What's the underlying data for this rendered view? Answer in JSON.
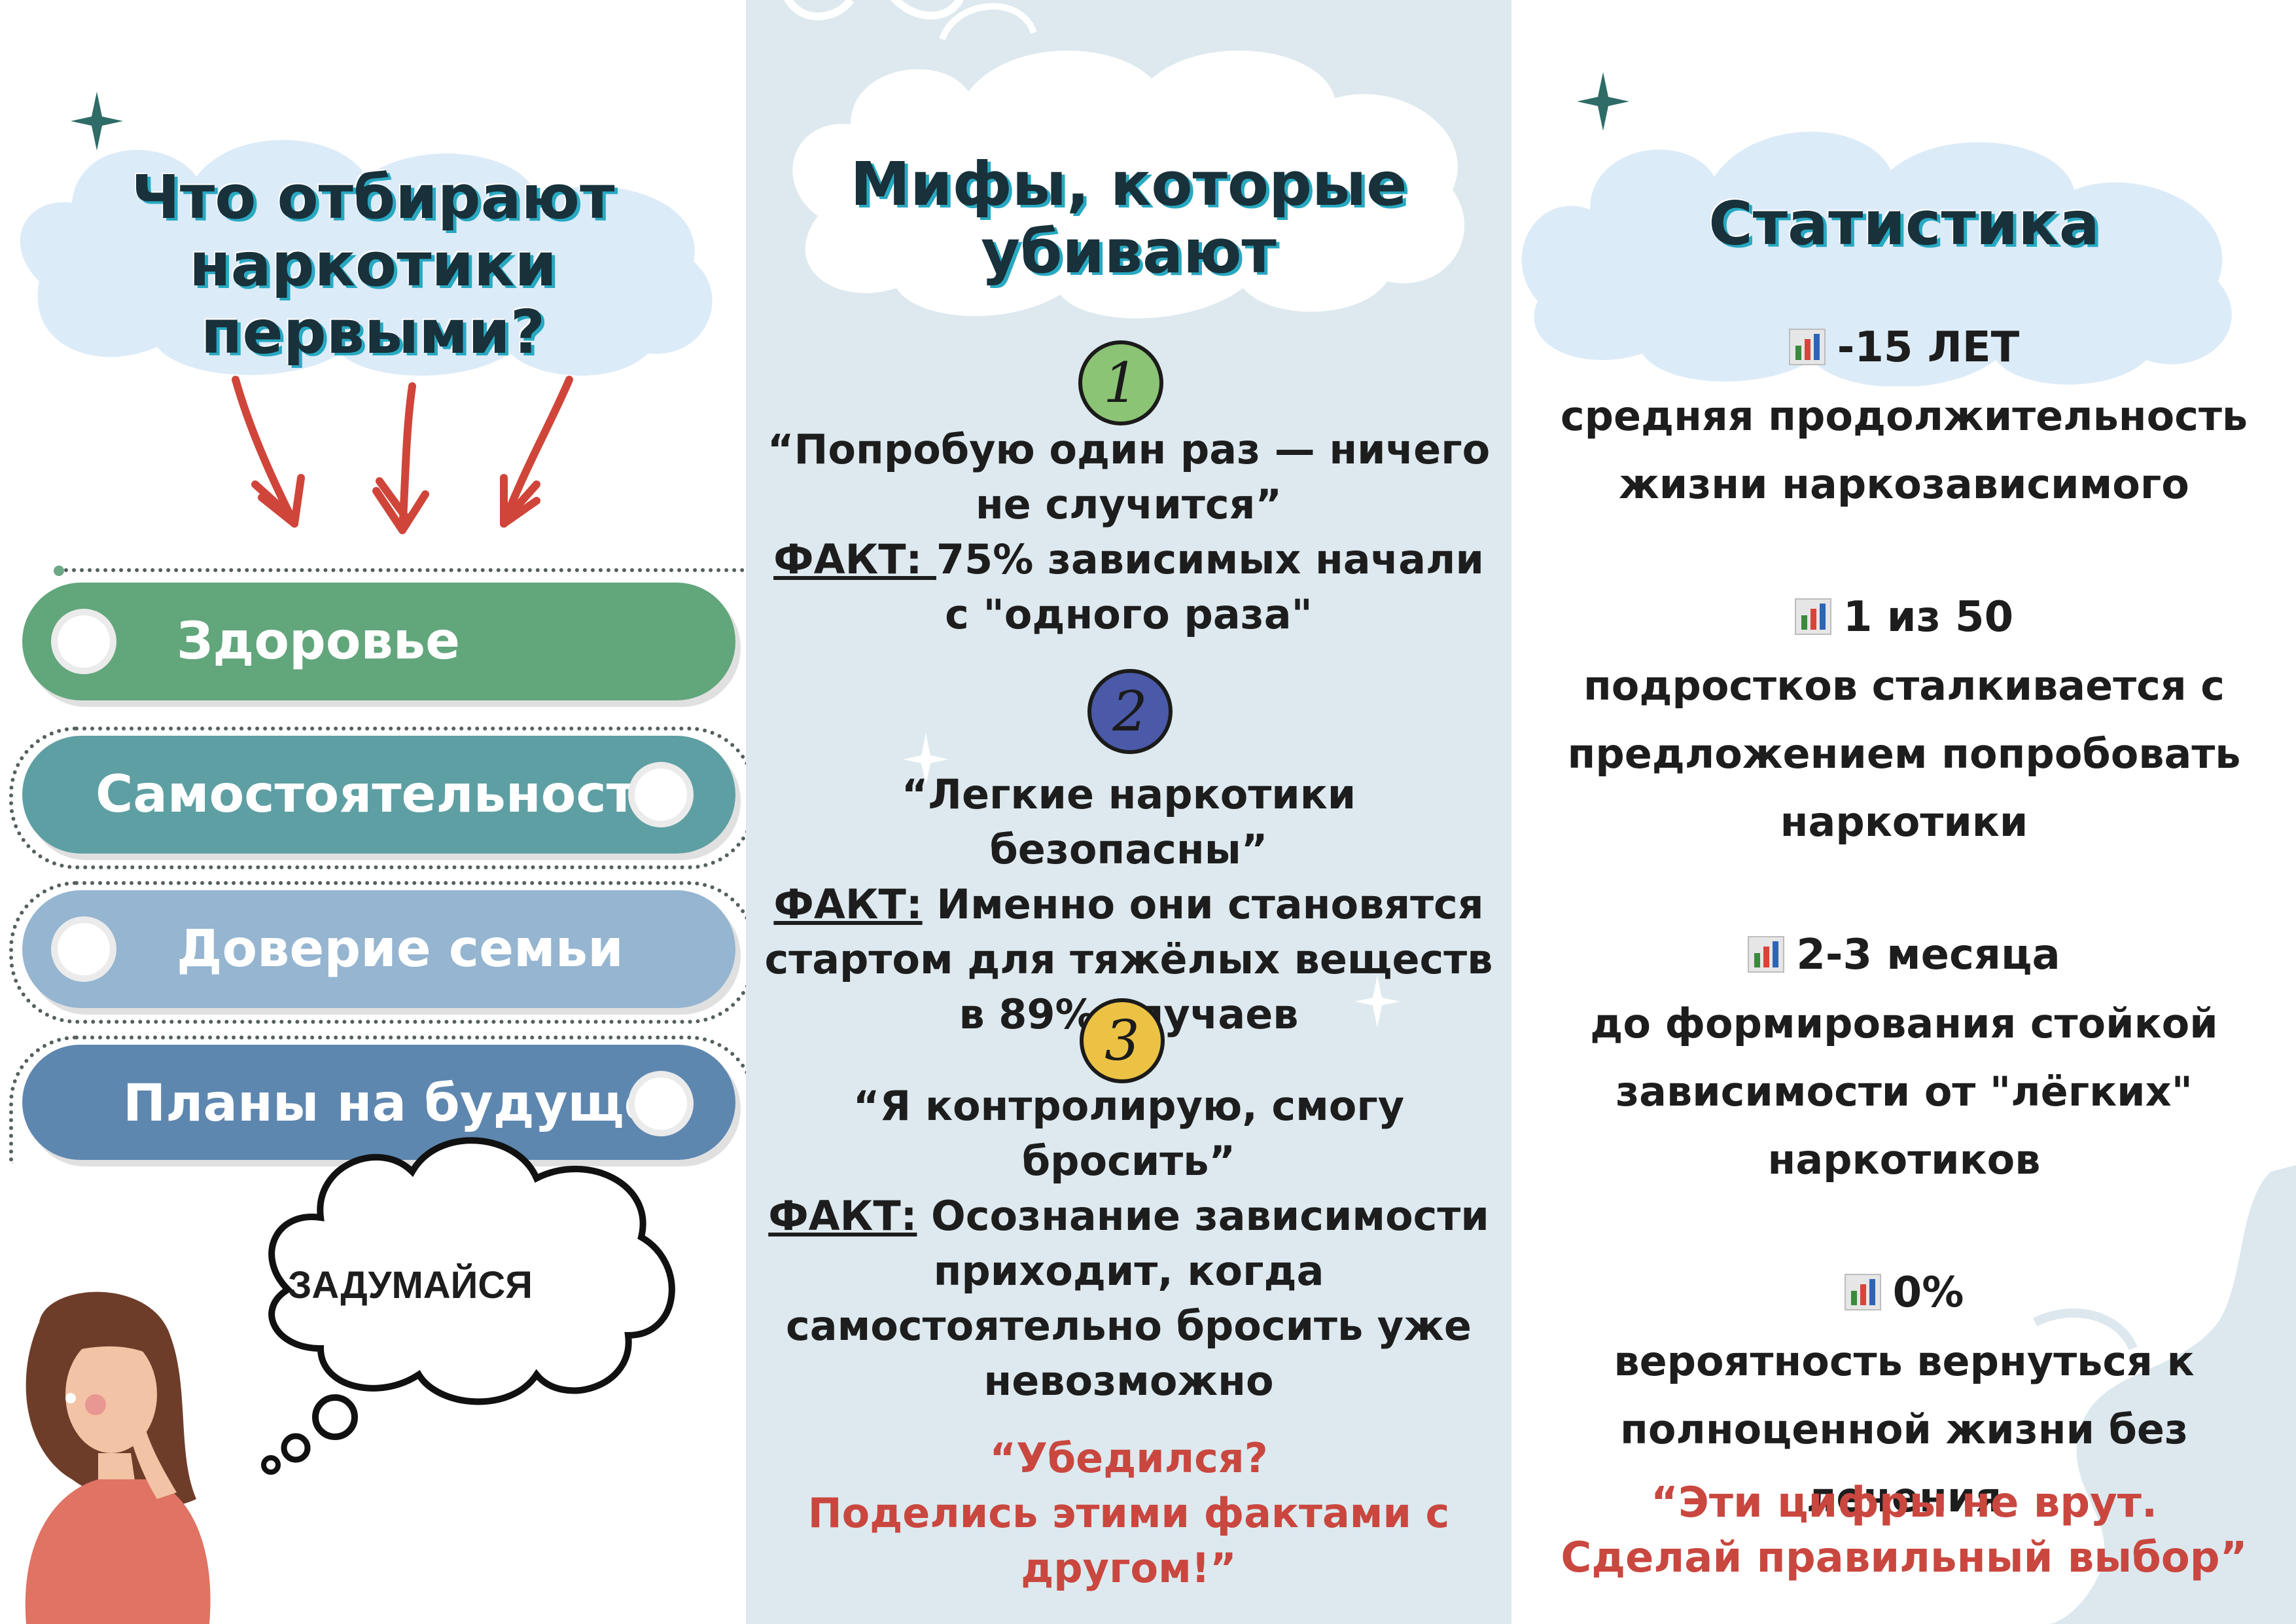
{
  "left": {
    "title": "Что отбирают наркотики первыми?",
    "items": [
      {
        "label": "Здоровье",
        "color": "#62a67c"
      },
      {
        "label": "Самостоятельность",
        "color": "#5e9fa3"
      },
      {
        "label": "Доверие семьи",
        "color": "#95b5d0"
      },
      {
        "label": "Планы на будущее",
        "color": "#5e87b0"
      }
    ],
    "bubble": "ЗАДУМАЙСЯ"
  },
  "middle": {
    "title": "Мифы, которые убивают",
    "myths": [
      {
        "num": "1",
        "num_color": "#8cc475",
        "quote": "“Попробую один раз — ничего не случится”",
        "fact_label": "ФАКТ: ",
        "fact": "75% зависимых начали с \"одного раза\""
      },
      {
        "num": "2",
        "num_color": "#4a5aa8",
        "quote": "“Легкие наркотики безопасны”",
        "fact_label": "ФАКТ:",
        "fact": " Именно они становятся стартом для тяжёлых веществ в 89% случаев"
      },
      {
        "num": "3",
        "num_color": "#ecc245",
        "quote": "“Я контролирую, смогу бросить”",
        "fact_label": "ФАКТ:",
        "fact": " Осознание зависимости приходит, когда самостоятельно бросить уже невозможно"
      }
    ],
    "closing_line1": "“Убедился?",
    "closing_line2": "Поделись этими фактами с другом!”"
  },
  "right": {
    "title": "Статистика",
    "stats": [
      {
        "value": "-15 ЛЕТ",
        "text": "средняя продолжительность жизни наркозависимого"
      },
      {
        "value": "1 из 50",
        "text": "подростков сталкивается с предложением попробовать наркотики"
      },
      {
        "value": "2-3 месяца",
        "text": "до формирования стойкой зависимости от \"лёгких\" наркотиков"
      },
      {
        "value": "0%",
        "text": "вероятность вернуться к полноценной жизни без лечения"
      }
    ],
    "closing_line1": "“Эти цифры не врут.",
    "closing_line2": "Сделай правильный выбор”"
  },
  "colors": {
    "accent_red": "#c9473f",
    "middle_bg": "#dde9ee",
    "heading_shadow": "#28a9c2",
    "sparkle": "#2f6b67"
  }
}
